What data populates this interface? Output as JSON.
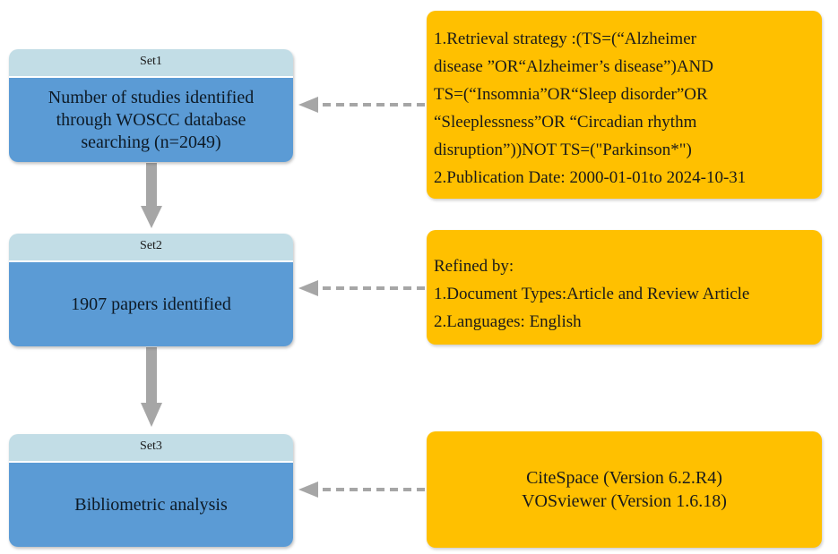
{
  "sets": [
    {
      "header": "Set1",
      "body_lines": [
        "Number of studies identified",
        "through WOSCC database",
        "searching (n=2049)"
      ]
    },
    {
      "header": "Set2",
      "body_lines": [
        "1907 papers identified"
      ]
    },
    {
      "header": "Set3",
      "body_lines": [
        "Bibliometric analysis"
      ]
    }
  ],
  "criteria": [
    {
      "lines": [
        "1.Retrieval strategy :(TS=(“Alzheimer",
        "disease ”OR“Alzheimer’s disease”)AND",
        "TS=(“Insomnia”OR“Sleep disorder”OR",
        "“Sleeplessness”OR “Circadian rhythm",
        "disruption”))NOT TS=(\"Parkinson*\")",
        "2.Publication Date: 2000-01-01to 2024-10-31"
      ]
    },
    {
      "lines": [
        "Refined by:",
        "1.Document Types:Article and Review Article",
        "2.Languages: English"
      ]
    },
    {
      "lines": [
        "CiteSpace (Version 6.2.R4)",
        "VOSviewer (Version 1.6.18)"
      ]
    }
  ],
  "colors": {
    "set_header": "#c2dde6",
    "set_body": "#5b9bd5",
    "criteria_box": "#ffc000",
    "arrow": "#a6a6a6"
  }
}
